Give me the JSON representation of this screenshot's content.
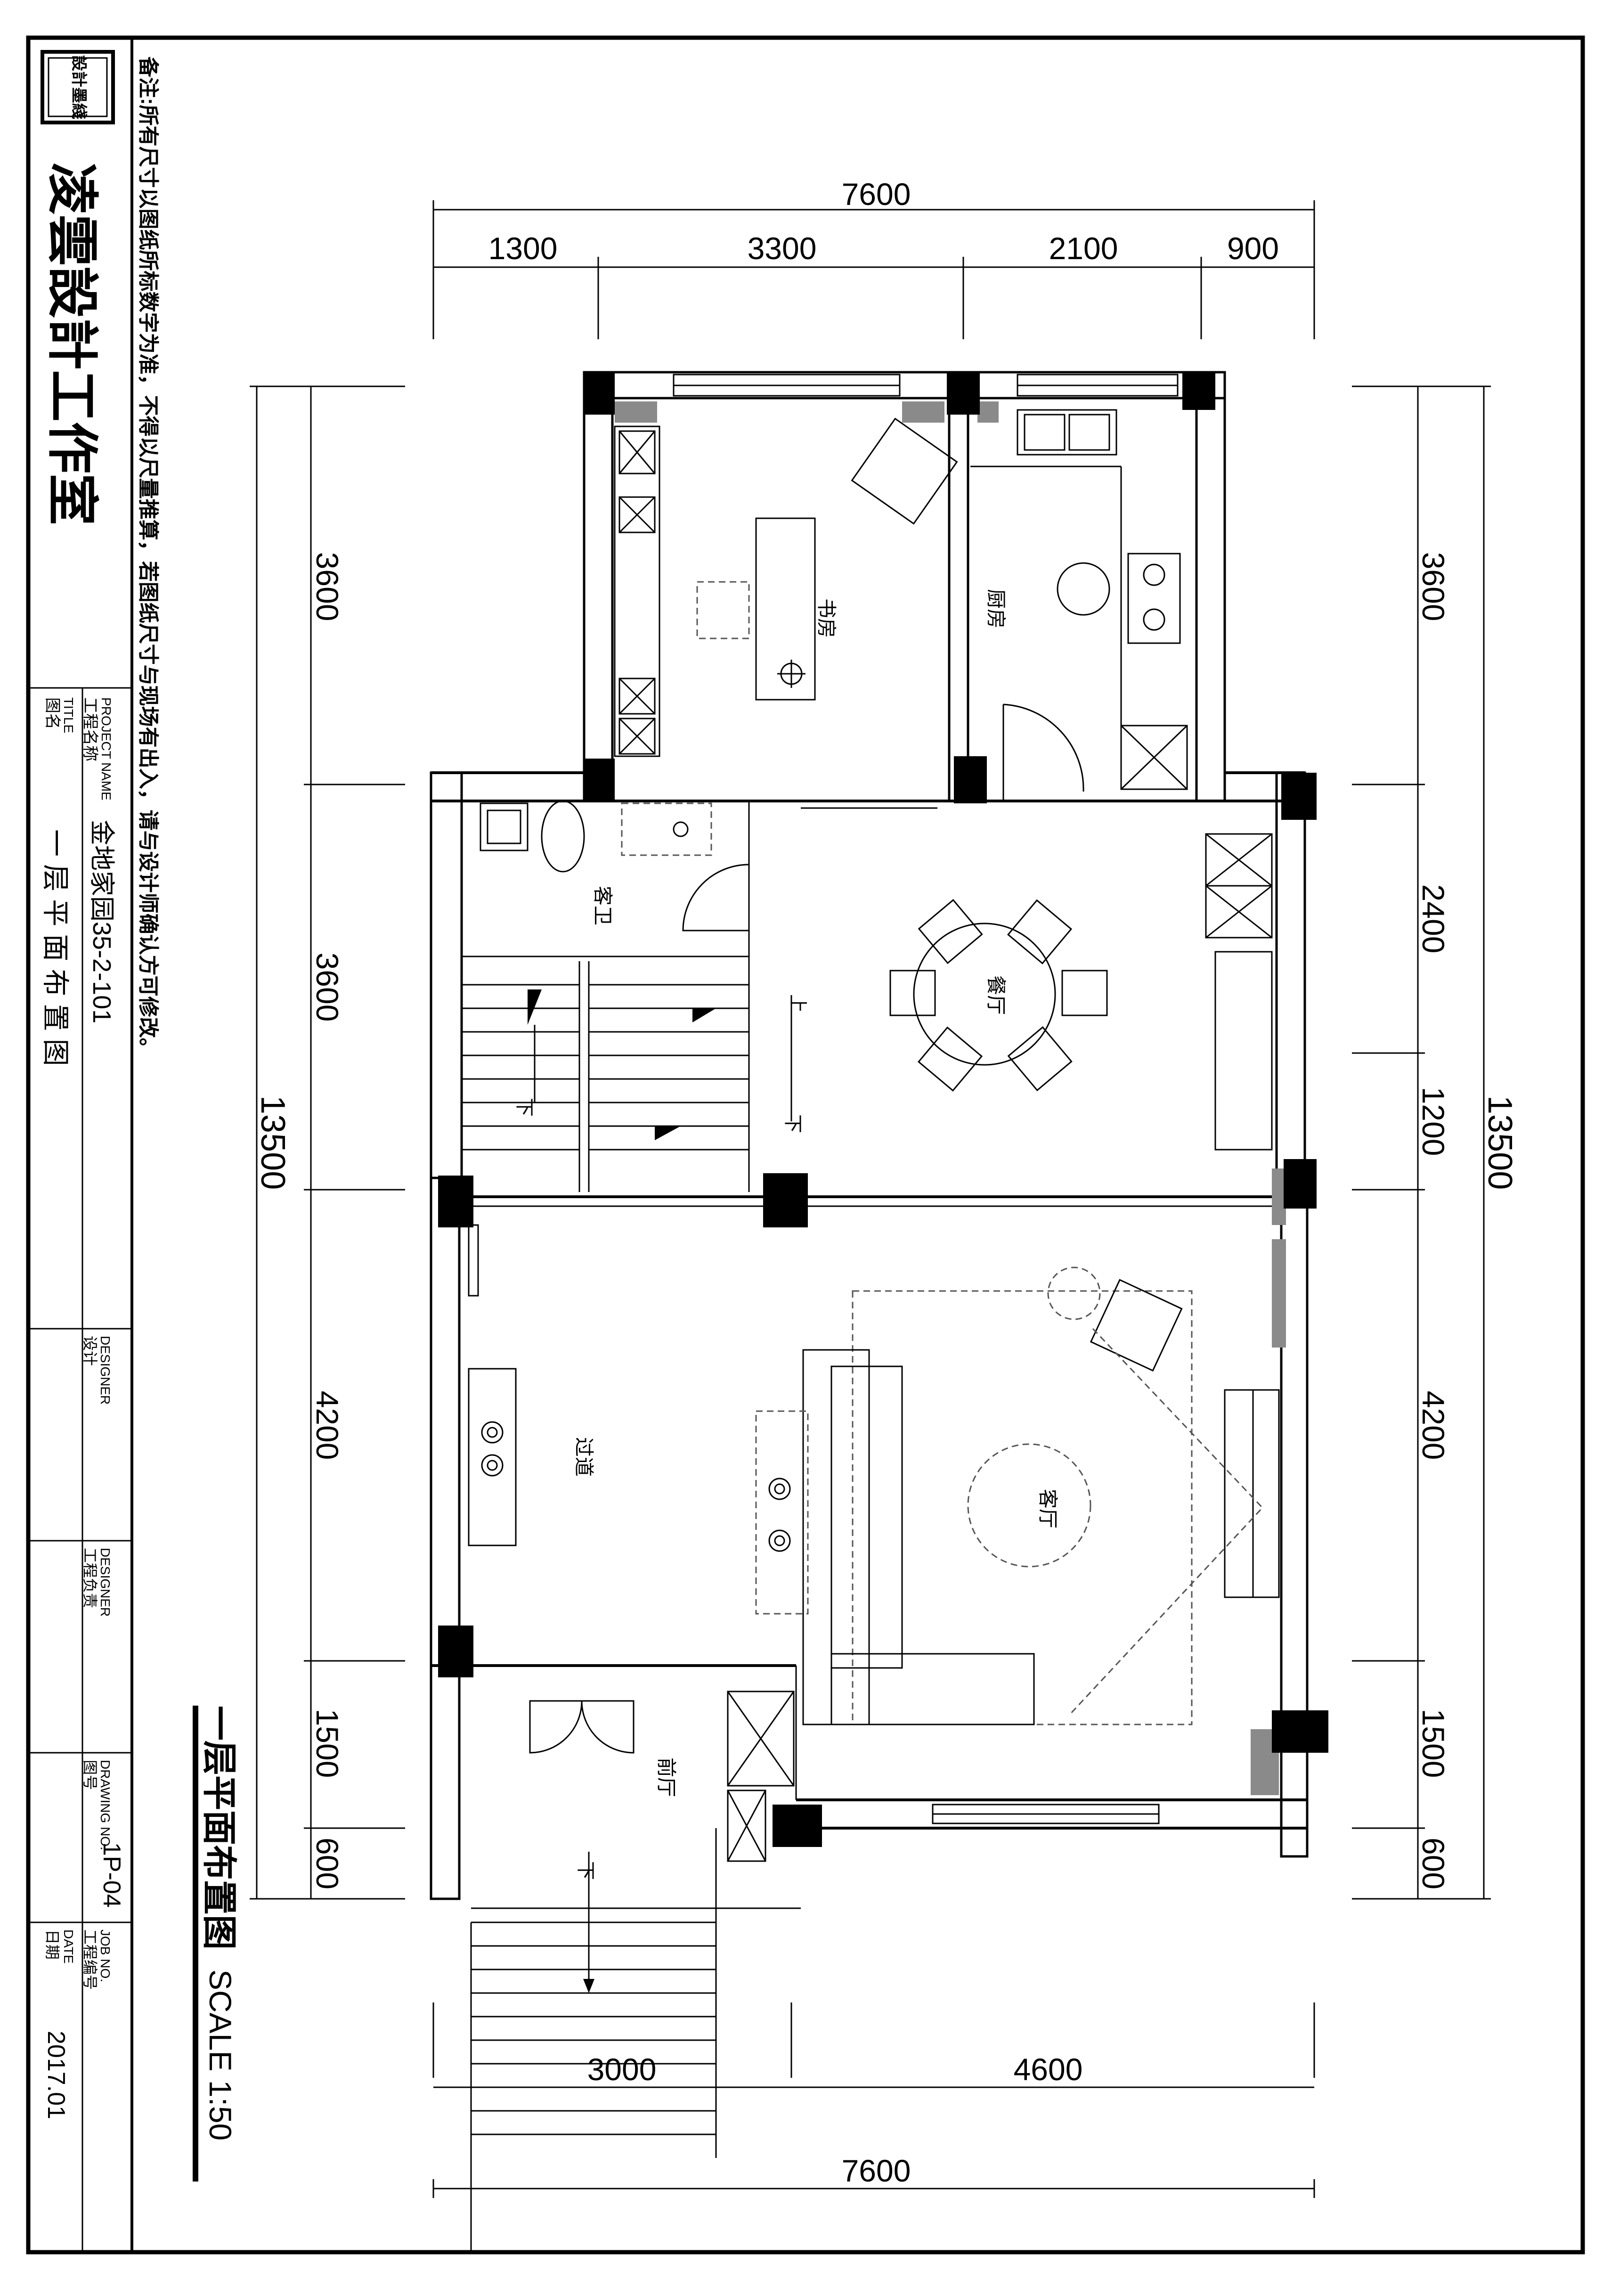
{
  "title_block": {
    "stamp_text": "設計墨綫",
    "studio_name": "凌雲設計工作室",
    "project_name_label": "工程名称",
    "project_name_label_en": "PROJECT NAME",
    "project_name": "金地家园35-2-101",
    "title_label": "图名",
    "title_label_en": "TITLE",
    "drawing_title": "一 层 平 面 布 置 图",
    "designer_label": "设计",
    "designer_label_en": "DESIGNER",
    "manager_label": "工程负责",
    "manager_label_en": "DESIGNER",
    "drawing_no_label": "图号",
    "drawing_no_label_en": "DRAWING NO.",
    "drawing_no": "1P-04",
    "job_no_label": "工程编号",
    "job_no_label_en": "JOB NO.",
    "date_label": "日期",
    "date_label_en": "DATE",
    "date": "2017.01"
  },
  "note": "备注:所有尺寸以图纸所标数字为准，不得以尺量推算，若图纸尺寸与现场有出入，请与设计师确认方可修改。",
  "plan_caption": "一层平面布置图",
  "scale": "SCALE 1:50",
  "rooms": {
    "study": "书房",
    "kitchen": "厨房",
    "guest_bath": "客卫",
    "dining": "餐厅",
    "corridor": "过道",
    "living": "客厅",
    "foyer": "前厅"
  },
  "stair_labels": {
    "up": "上",
    "down": "下"
  },
  "dimensions": {
    "top_total": "7600",
    "top_segments": [
      "1300",
      "3300",
      "2100",
      "900"
    ],
    "bottom_segments": [
      "3000",
      "4600"
    ],
    "bottom_total": "7600",
    "left_segments": [
      "3600",
      "3600",
      "4200",
      "1500",
      "600"
    ],
    "left_total": "13500",
    "right_segments": [
      "3600",
      "2400",
      "1200",
      "4200",
      "1500",
      "600"
    ],
    "right_total": "13500"
  }
}
